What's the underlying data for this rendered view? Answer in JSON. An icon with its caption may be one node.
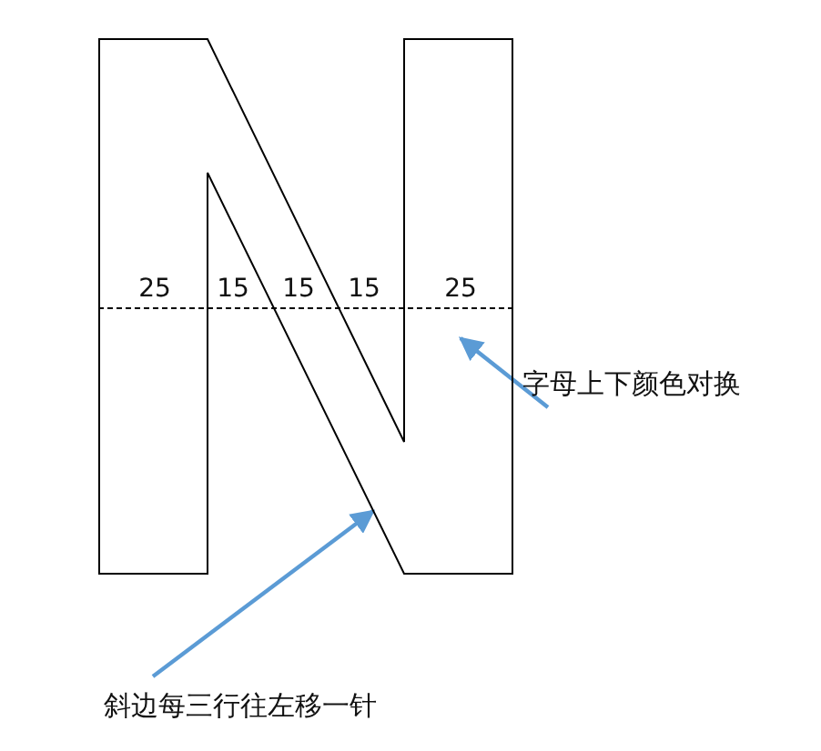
{
  "diagram": {
    "nodes": [
      {
        "text": [],
        "shape": "polygon"
      },
      {
        "text": [
          "字母上下颜色对换"
        ]
      },
      {
        "text": [
          "斜边每三行往左移一针"
        ]
      }
    ],
    "edges": [
      {
        "from": 1,
        "to": 0,
        "arrow": "to"
      },
      {
        "from": 2,
        "to": 0,
        "arrow": "to"
      }
    ],
    "labels": [
      "25",
      "15",
      "15",
      "15",
      "25"
    ]
  }
}
